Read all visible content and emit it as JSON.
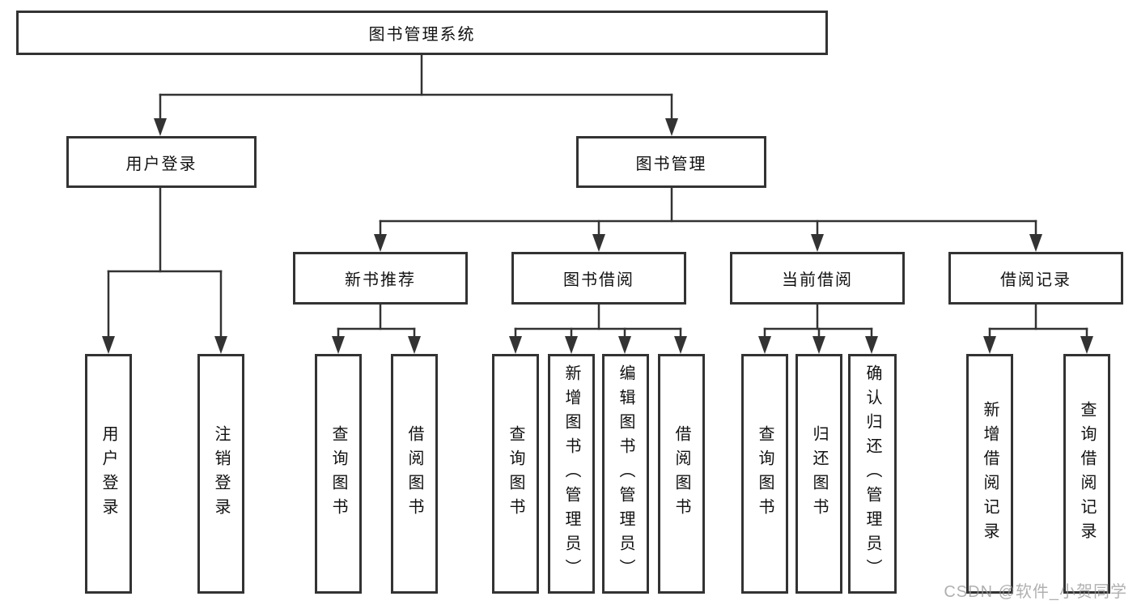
{
  "diagram": {
    "root": {
      "label": "图书管理系统"
    },
    "level2": [
      {
        "label": "用户登录"
      },
      {
        "label": "图书管理"
      }
    ],
    "level3": [
      {
        "label": "新书推荐"
      },
      {
        "label": "图书借阅"
      },
      {
        "label": "当前借阅"
      },
      {
        "label": "借阅记录"
      }
    ],
    "leaves": [
      {
        "label": "用户登录"
      },
      {
        "label": "注销登录"
      },
      {
        "label": "查询图书"
      },
      {
        "label": "借阅图书"
      },
      {
        "label": "查询图书"
      },
      {
        "label": "新增图书（管理员）"
      },
      {
        "label": "编辑图书（管理员）"
      },
      {
        "label": "借阅图书"
      },
      {
        "label": "查询图书"
      },
      {
        "label": "归还图书"
      },
      {
        "label": "确认归还（管理员）"
      },
      {
        "label": "新增借阅记录"
      },
      {
        "label": "查询借阅记录"
      }
    ]
  },
  "watermark": {
    "text": "CSDN @软件_小贺同学"
  },
  "colors": {
    "line": "#333333",
    "background": "#ffffff",
    "text": "#111111",
    "watermark": "#969696"
  }
}
